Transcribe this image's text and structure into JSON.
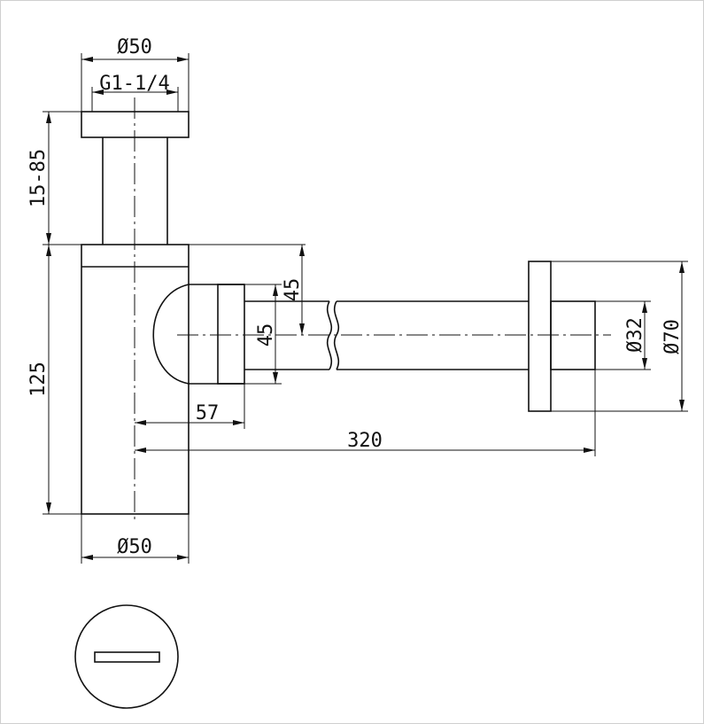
{
  "drawing": {
    "dimensions": {
      "top_flange_diameter": "Ø50",
      "thread": "G1-1/4",
      "height_adjust": "15-85",
      "body_height": "125",
      "outlet_offset_upper": "45",
      "outlet_offset_lower": "45",
      "outlet_axis_offset": "57",
      "total_length": "320",
      "pipe_diameter": "Ø32",
      "wall_flange_diameter": "Ø70",
      "bottom_diameter": "Ø50"
    }
  }
}
